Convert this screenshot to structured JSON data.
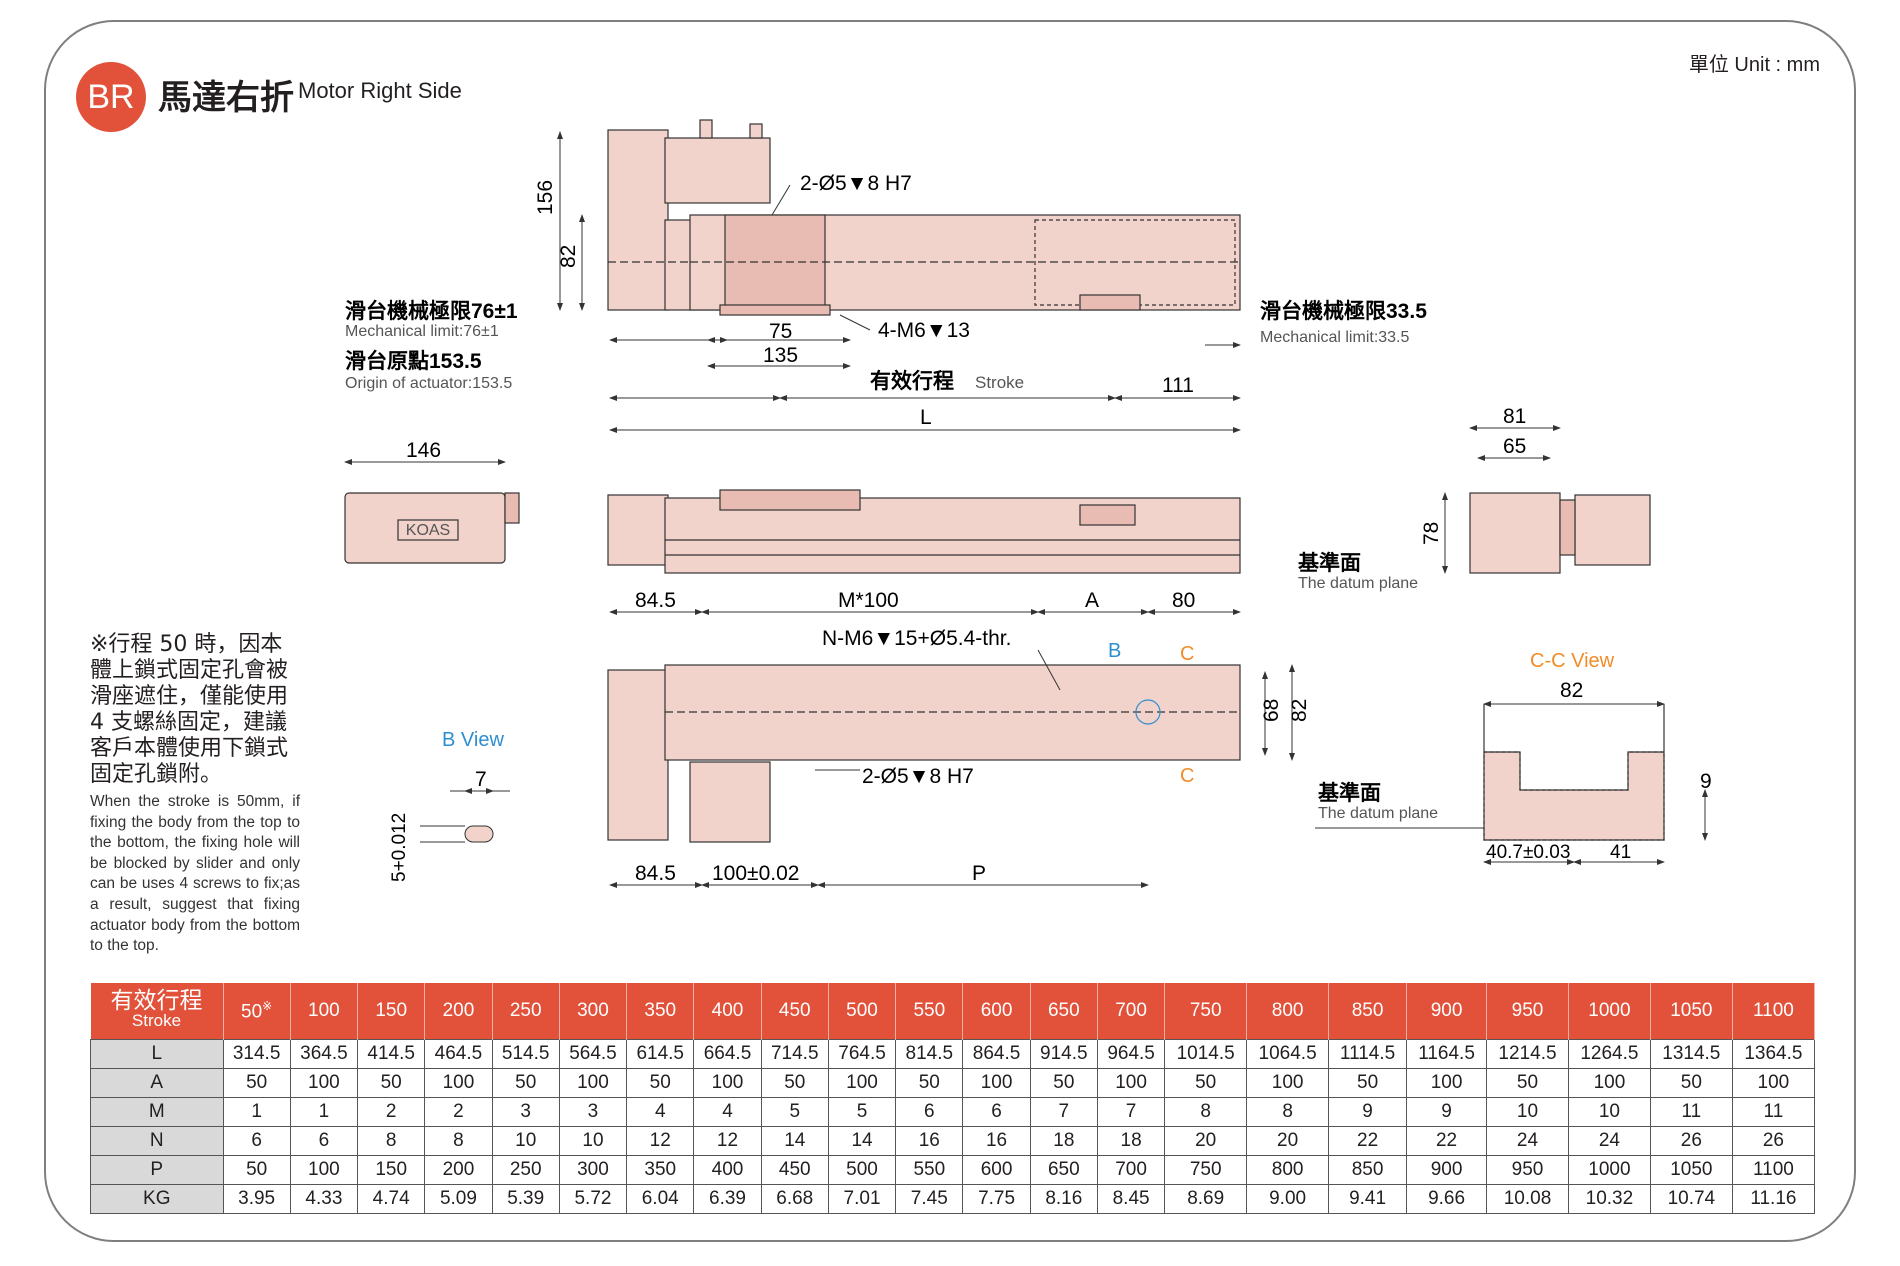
{
  "header": {
    "badge": "BR",
    "title_cn": "馬達右折",
    "title_en": "Motor Right Side",
    "unit": "單位 Unit : mm"
  },
  "top_view": {
    "dim_156": "156",
    "dim_82": "82",
    "hole_note_top": "2-Ø5▼8 H7",
    "tap_note": "4-M6▼13",
    "dim_75": "75",
    "dim_135": "135",
    "mech_limit_left_cn": "滑台機械極限76±1",
    "mech_limit_left_en": "Mechanical limit:76±1",
    "origin_cn": "滑台原點153.5",
    "origin_en": "Origin of actuator:153.5",
    "stroke_cn": "有效行程",
    "stroke_en": "Stroke",
    "mech_limit_right_cn": "滑台機械極限33.5",
    "mech_limit_right_en": "Mechanical limit:33.5",
    "dim_111": "111",
    "dim_L": "L"
  },
  "side_view": {
    "dim_146": "146",
    "logo": "KOAS"
  },
  "end_view": {
    "dim_81": "81",
    "dim_65": "65",
    "dim_78": "78",
    "datum_cn": "基準面",
    "datum_en": "The datum plane"
  },
  "bottom_view": {
    "dim_84_5_top": "84.5",
    "dim_M100": "M*100",
    "dim_A": "A",
    "dim_80": "80",
    "tap_note": "N-M6▼15+Ø5.4-thr.",
    "label_B": "B",
    "label_C1": "C",
    "label_C2": "C",
    "dim_68": "68",
    "dim_82": "82",
    "hole_note": "2-Ø5▼8 H7",
    "dim_84_5_bottom": "84.5",
    "dim_100": "100±0.02",
    "dim_P": "P"
  },
  "b_view": {
    "title": "B View",
    "dim_7": "7",
    "dim_5": "5+0.012"
  },
  "cc_view": {
    "title": "C-C View",
    "dim_82": "82",
    "dim_9": "9",
    "dim_40_7": "40.7±0.03",
    "dim_41": "41",
    "datum_cn": "基準面",
    "datum_en": "The datum plane"
  },
  "note": {
    "cn": "※行程 50 時，因本體上鎖式固定孔會被滑座遮住，僅能使用 4 支螺絲固定，建議客戶本體使用下鎖式固定孔鎖附。",
    "en": "When the stroke is 50mm, if fixing the body from the top to the bottom, the fixing hole will be blocked by slider and only can be uses 4 screws to fix;as a result, suggest that fixing actuator body from the bottom to the top."
  },
  "table": {
    "header_cn": "有效行程",
    "header_en": "Stroke",
    "first_mark": "※",
    "strokes": [
      "50",
      "100",
      "150",
      "200",
      "250",
      "300",
      "350",
      "400",
      "450",
      "500",
      "550",
      "600",
      "650",
      "700",
      "750",
      "800",
      "850",
      "900",
      "950",
      "1000",
      "1050",
      "1100"
    ],
    "rows": [
      {
        "label": "L",
        "values": [
          "314.5",
          "364.5",
          "414.5",
          "464.5",
          "514.5",
          "564.5",
          "614.5",
          "664.5",
          "714.5",
          "764.5",
          "814.5",
          "864.5",
          "914.5",
          "964.5",
          "1014.5",
          "1064.5",
          "1114.5",
          "1164.5",
          "1214.5",
          "1264.5",
          "1314.5",
          "1364.5"
        ]
      },
      {
        "label": "A",
        "values": [
          "50",
          "100",
          "50",
          "100",
          "50",
          "100",
          "50",
          "100",
          "50",
          "100",
          "50",
          "100",
          "50",
          "100",
          "50",
          "100",
          "50",
          "100",
          "50",
          "100",
          "50",
          "100"
        ]
      },
      {
        "label": "M",
        "values": [
          "1",
          "1",
          "2",
          "2",
          "3",
          "3",
          "4",
          "4",
          "5",
          "5",
          "6",
          "6",
          "7",
          "7",
          "8",
          "8",
          "9",
          "9",
          "10",
          "10",
          "11",
          "11"
        ]
      },
      {
        "label": "N",
        "values": [
          "6",
          "6",
          "8",
          "8",
          "10",
          "10",
          "12",
          "12",
          "14",
          "14",
          "16",
          "16",
          "18",
          "18",
          "20",
          "20",
          "22",
          "22",
          "24",
          "24",
          "26",
          "26"
        ]
      },
      {
        "label": "P",
        "values": [
          "50",
          "100",
          "150",
          "200",
          "250",
          "300",
          "350",
          "400",
          "450",
          "500",
          "550",
          "600",
          "650",
          "700",
          "750",
          "800",
          "850",
          "900",
          "950",
          "1000",
          "1050",
          "1100"
        ]
      },
      {
        "label": "KG",
        "values": [
          "3.95",
          "4.33",
          "4.74",
          "5.09",
          "5.39",
          "5.72",
          "6.04",
          "6.39",
          "6.68",
          "7.01",
          "7.45",
          "7.75",
          "8.16",
          "8.45",
          "8.69",
          "9.00",
          "9.41",
          "9.66",
          "10.08",
          "10.32",
          "10.74",
          "11.16"
        ]
      }
    ]
  },
  "colors": {
    "accent": "#e2523b",
    "body": "#f2d3cb",
    "body_dark": "#e8bcb2",
    "line": "#333333",
    "blue": "#2e8fd0",
    "orange": "#f28c28"
  }
}
